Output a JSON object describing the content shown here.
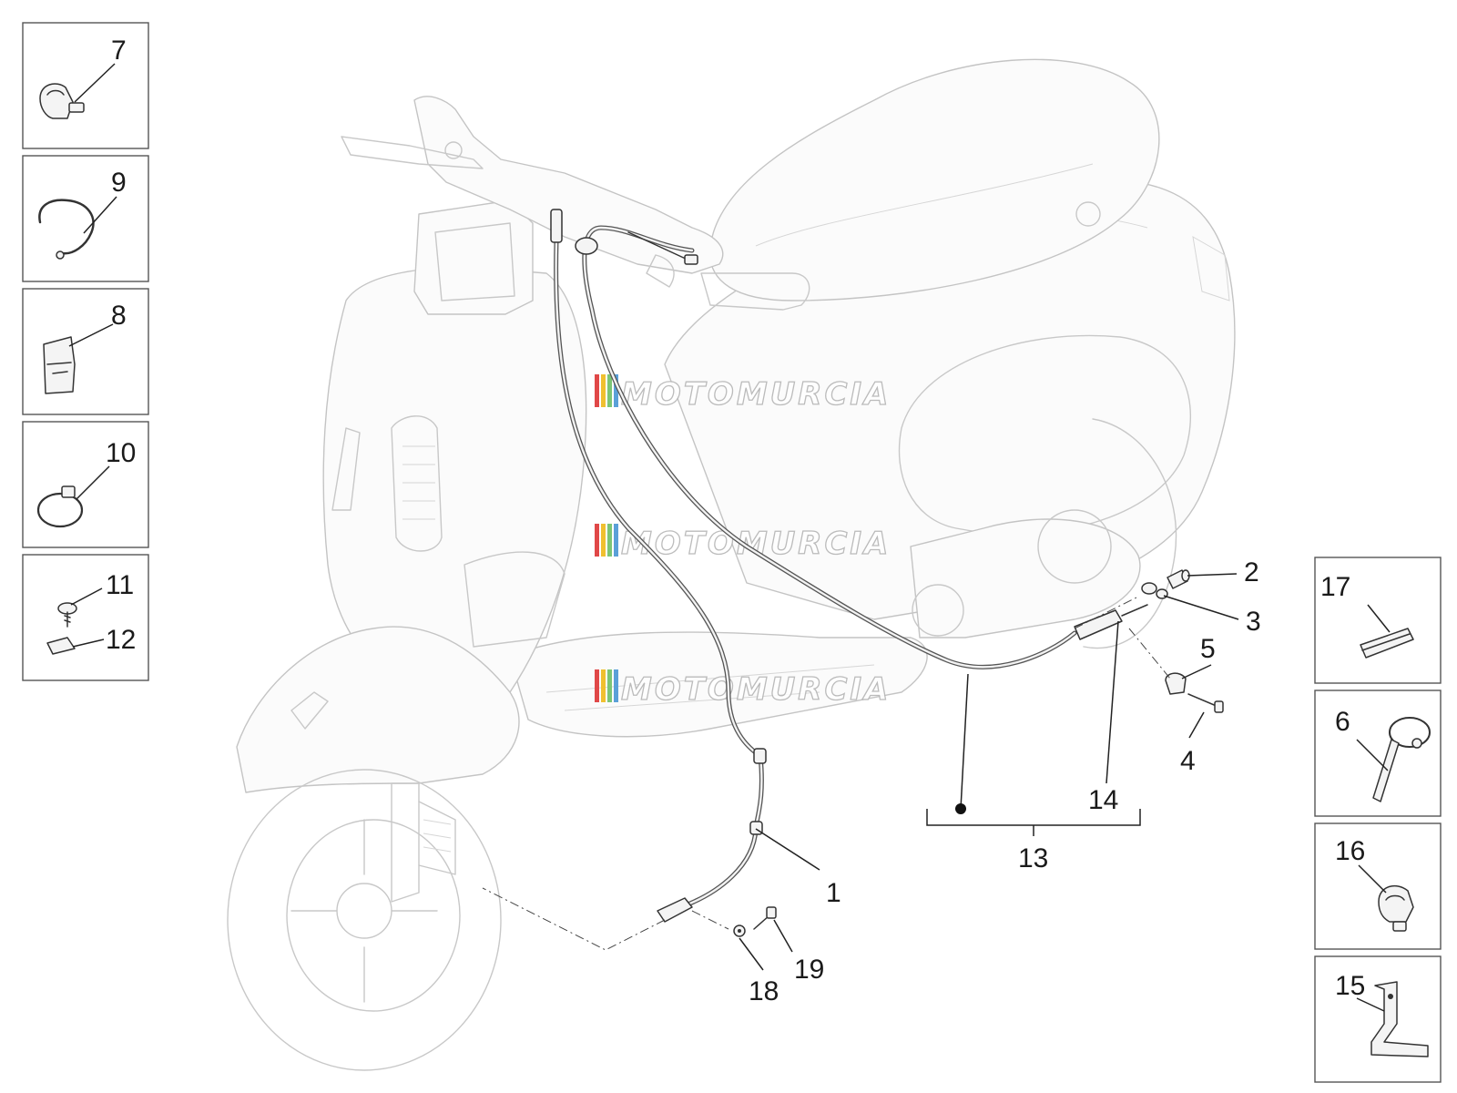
{
  "watermark": {
    "text": "MOTOMURCIA",
    "stripe_colors": [
      "#e04848",
      "#f0c030",
      "#7cc576",
      "#5aa0d8"
    ]
  },
  "callouts": {
    "c1": "1",
    "c2": "2",
    "c3": "3",
    "c4": "4",
    "c5": "5",
    "c6": "6",
    "c7": "7",
    "c8": "8",
    "c9": "9",
    "c10": "10",
    "c11": "11",
    "c12": "12",
    "c13": "13",
    "c14": "14",
    "c15": "15",
    "c16": "16",
    "c17": "17",
    "c18": "18",
    "c19": "19"
  },
  "parts": [
    {
      "id": "1",
      "icon": "speedometer-cable-icon"
    },
    {
      "id": "2",
      "icon": "cable-end-bush-icon"
    },
    {
      "id": "3",
      "icon": "cable-nipple-icon"
    },
    {
      "id": "4",
      "icon": "screw-icon"
    },
    {
      "id": "5",
      "icon": "cable-bracket-icon"
    },
    {
      "id": "6",
      "icon": "clamp-tie-icon"
    },
    {
      "id": "7",
      "icon": "hose-clamp-icon"
    },
    {
      "id": "8",
      "icon": "cable-clip-icon"
    },
    {
      "id": "9",
      "icon": "wire-ring-icon"
    },
    {
      "id": "10",
      "icon": "band-clamp-icon"
    },
    {
      "id": "11",
      "icon": "self-tapping-screw-icon"
    },
    {
      "id": "12",
      "icon": "spring-nut-icon"
    },
    {
      "id": "13",
      "icon": "rear-brake-cable-assembly-icon"
    },
    {
      "id": "14",
      "icon": "rear-brake-transmission-icon"
    },
    {
      "id": "15",
      "icon": "bent-bracket-icon"
    },
    {
      "id": "16",
      "icon": "hose-clamp-icon"
    },
    {
      "id": "17",
      "icon": "rubber-pad-icon"
    },
    {
      "id": "18",
      "icon": "washer-icon"
    },
    {
      "id": "19",
      "icon": "screw-icon"
    }
  ]
}
